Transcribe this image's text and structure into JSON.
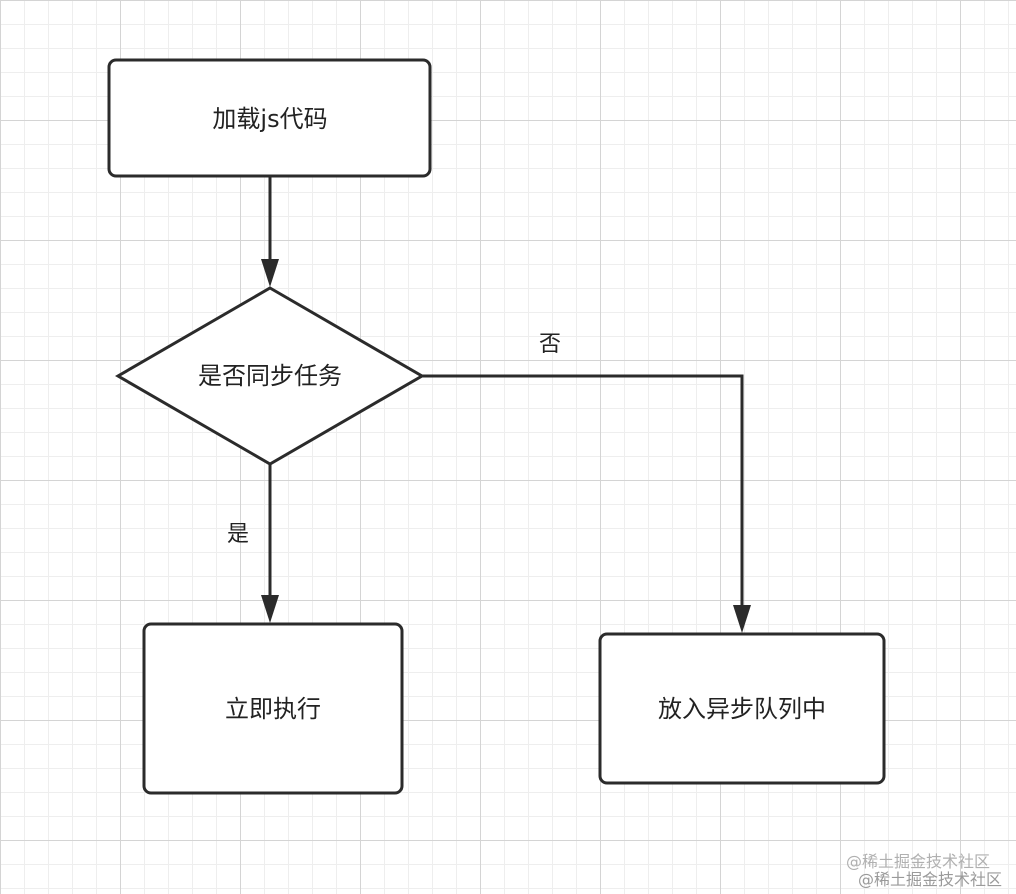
{
  "nodes": {
    "load": {
      "label": "加载js代码"
    },
    "decision": {
      "label": "是否同步任务"
    },
    "execute": {
      "label": "立即执行"
    },
    "queue": {
      "label": "放入异步队列中"
    }
  },
  "edges": {
    "yes": {
      "label": "是"
    },
    "no": {
      "label": "否"
    }
  },
  "watermark": {
    "line1": "@稀土掘金技术社区",
    "line2": "@稀土掘金技术社区"
  },
  "colors": {
    "stroke": "#2b2b2b",
    "grid": "#d4d4d4",
    "background": "#ffffff"
  }
}
